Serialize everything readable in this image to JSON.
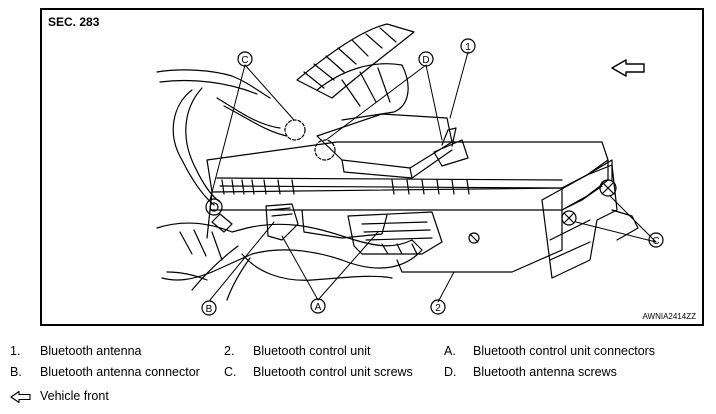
{
  "figure": {
    "section": "SEC. 283",
    "code": "AWNIA2414ZZ",
    "callouts": {
      "one": "1",
      "two": "2",
      "a": "A",
      "b": "B",
      "c": "C",
      "d": "D"
    }
  },
  "legend": {
    "items": [
      {
        "key": "1.",
        "text": "Bluetooth antenna"
      },
      {
        "key": "2.",
        "text": "Bluetooth control unit"
      },
      {
        "key": "A.",
        "text": "Bluetooth control unit connectors"
      },
      {
        "key": "B.",
        "text": "Bluetooth antenna connector"
      },
      {
        "key": "C.",
        "text": "Bluetooth control unit screws"
      },
      {
        "key": "D.",
        "text": "Bluetooth antenna screws"
      }
    ],
    "vehicle_front": "Vehicle front"
  },
  "icons": [
    "front-arrow-icon"
  ]
}
